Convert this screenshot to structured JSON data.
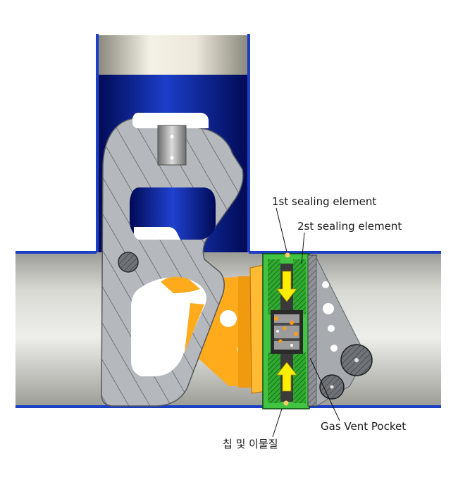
{
  "labels": {
    "first_seal": "1st sealing element",
    "second_seal": "2st sealing element",
    "gas_vent": "Gas Vent Pocket",
    "debris": "칩 및 이물질"
  },
  "colors": {
    "pipe_outline": "#1a3fc4",
    "pipe_fill": "#cfcfc8",
    "column_cap": "#e6e2d6",
    "column_inner": "#0a1a8a",
    "lever_body": "#b5b8bd",
    "bracket": "#ffaa1a",
    "seal_green": "#3ac43a",
    "seal_core": "#2a2a2a",
    "arrow_yellow": "#ffee00",
    "debris_dot": "#ff9a1a"
  },
  "icons": {
    "flow_arrow": "arrow-icon",
    "pivot": "pin-icon",
    "roller": "roller-icon"
  }
}
